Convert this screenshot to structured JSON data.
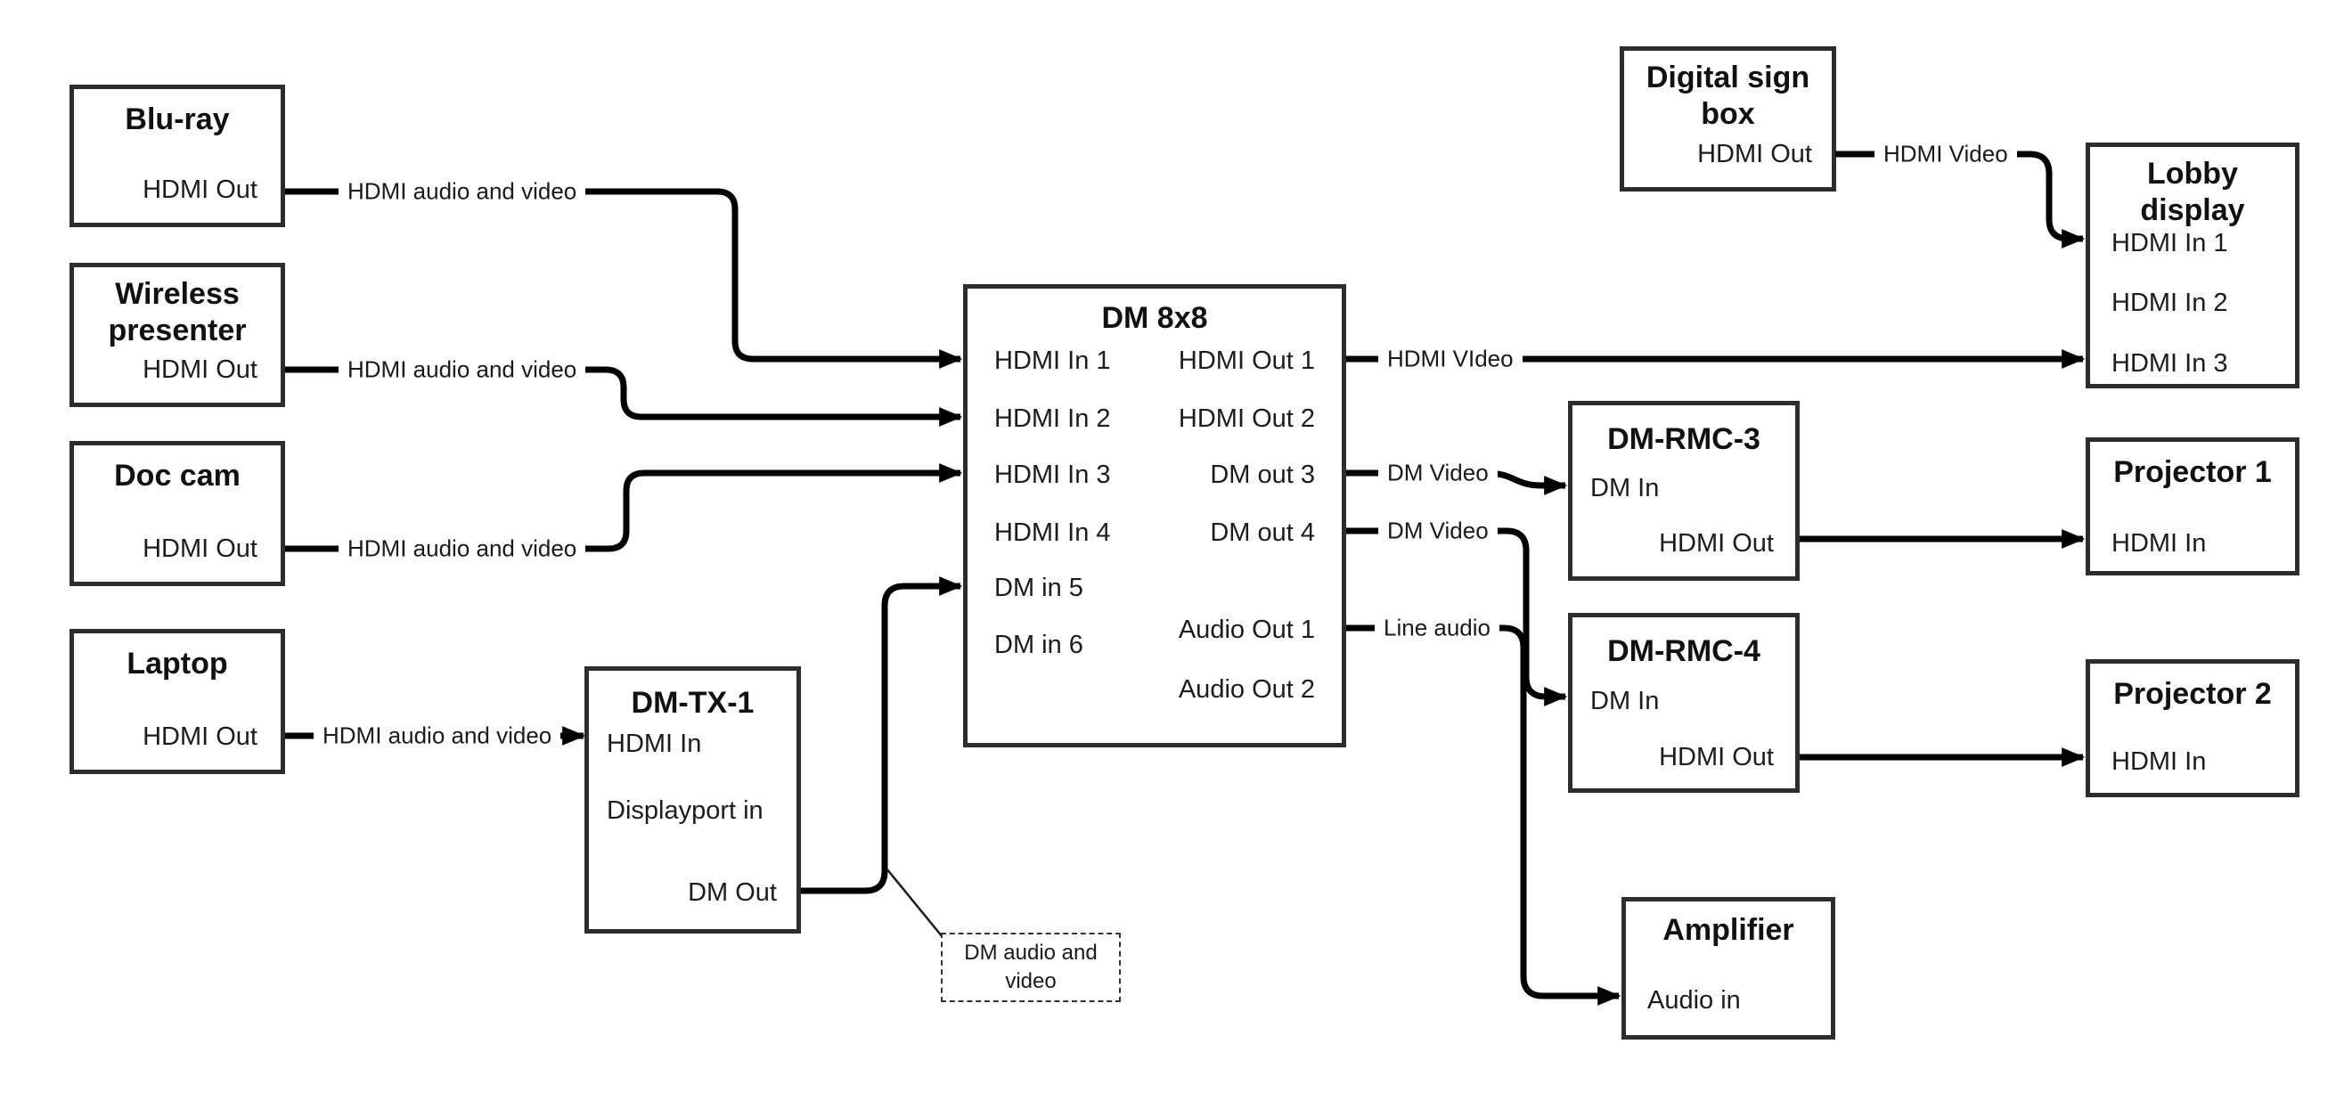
{
  "nodes": {
    "bluray": {
      "title": "Blu-ray",
      "ports": {
        "hdmi_out": "HDMI Out"
      }
    },
    "wireless": {
      "title": "Wireless presenter",
      "ports": {
        "hdmi_out": "HDMI Out"
      }
    },
    "doccam": {
      "title": "Doc cam",
      "ports": {
        "hdmi_out": "HDMI Out"
      }
    },
    "laptop": {
      "title": "Laptop",
      "ports": {
        "hdmi_out": "HDMI Out"
      }
    },
    "dmtx1": {
      "title": "DM-TX-1",
      "ports": {
        "hdmi_in": "HDMI In",
        "displayport_in": "Displayport in",
        "dm_out": "DM Out"
      }
    },
    "dm8x8": {
      "title": "DM 8x8",
      "ports": {
        "hdmi_in_1": "HDMI In 1",
        "hdmi_in_2": "HDMI In 2",
        "hdmi_in_3": "HDMI In 3",
        "hdmi_in_4": "HDMI In 4",
        "dm_in_5": "DM in 5",
        "dm_in_6": "DM in 6",
        "hdmi_out_1": "HDMI Out 1",
        "hdmi_out_2": "HDMI Out 2",
        "dm_out_3": "DM out 3",
        "dm_out_4": "DM out 4",
        "audio_out_1": "Audio Out 1",
        "audio_out_2": "Audio Out 2"
      }
    },
    "digital_sign": {
      "title": "Digital sign box",
      "ports": {
        "hdmi_out": "HDMI Out"
      }
    },
    "lobby": {
      "title": "Lobby display",
      "ports": {
        "hdmi_in_1": "HDMI In 1",
        "hdmi_in_2": "HDMI In 2",
        "hdmi_in_3": "HDMI In 3"
      }
    },
    "dmrmc3": {
      "title": "DM-RMC-3",
      "ports": {
        "dm_in": "DM In",
        "hdmi_out": "HDMI Out"
      }
    },
    "dmrmc4": {
      "title": "DM-RMC-4",
      "ports": {
        "dm_in": "DM In",
        "hdmi_out": "HDMI Out"
      }
    },
    "projector1": {
      "title": "Projector 1",
      "ports": {
        "hdmi_in": "HDMI In"
      }
    },
    "projector2": {
      "title": "Projector 2",
      "ports": {
        "hdmi_in": "HDMI In"
      }
    },
    "amplifier": {
      "title": "Amplifier",
      "ports": {
        "audio_in": "Audio in"
      }
    }
  },
  "wire_labels": {
    "bluray_to_dm8x8": "HDMI audio and video",
    "wireless_to_dm8x8": "HDMI audio and video",
    "doccam_to_dm8x8": "HDMI audio and video",
    "laptop_to_dmtx1": "HDMI audio and video",
    "hdmi_out_1_to_lobby": "HDMI VIdeo",
    "digital_sign_to_lobby": "HDMI Video",
    "dm_out_3_to_dmrmc3": "DM Video",
    "dm_out_4_to_dmrmc4": "DM Video",
    "audio_out_1_to_amplifier": "Line audio",
    "note": "DM audio and video"
  },
  "connections": [
    {
      "from": "Blu-ray / HDMI Out",
      "to": "DM 8x8 / HDMI In 1",
      "label": "HDMI audio and video"
    },
    {
      "from": "Wireless presenter / HDMI Out",
      "to": "DM 8x8 / HDMI In 2",
      "label": "HDMI audio and video"
    },
    {
      "from": "Doc cam / HDMI Out",
      "to": "DM 8x8 / HDMI In 3",
      "label": "HDMI audio and video"
    },
    {
      "from": "Laptop / HDMI Out",
      "to": "DM-TX-1 / HDMI In",
      "label": "HDMI audio and video"
    },
    {
      "from": "DM-TX-1 / DM Out",
      "to": "DM 8x8 / DM in 5",
      "label": "DM audio and video"
    },
    {
      "from": "DM 8x8 / HDMI Out 1",
      "to": "Lobby display / HDMI In 3",
      "label": "HDMI VIdeo"
    },
    {
      "from": "Digital sign box / HDMI Out",
      "to": "Lobby display / HDMI In 1",
      "label": "HDMI Video"
    },
    {
      "from": "DM 8x8 / DM out 3",
      "to": "DM-RMC-3 / DM In",
      "label": "DM Video"
    },
    {
      "from": "DM 8x8 / DM out 4",
      "to": "DM-RMC-4 / DM In",
      "label": "DM Video"
    },
    {
      "from": "DM 8x8 / Audio Out 1",
      "to": "Amplifier / Audio in",
      "label": "Line audio"
    },
    {
      "from": "DM-RMC-3 / HDMI Out",
      "to": "Projector 1 / HDMI In",
      "label": ""
    },
    {
      "from": "DM-RMC-4 / HDMI Out",
      "to": "Projector 2 / HDMI In",
      "label": ""
    }
  ]
}
